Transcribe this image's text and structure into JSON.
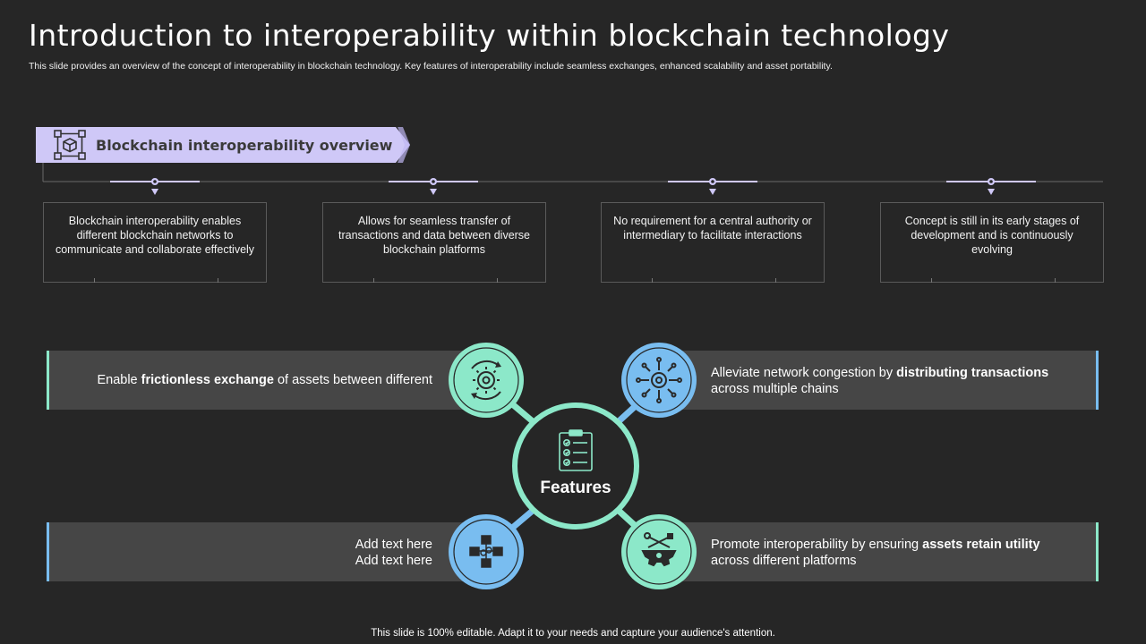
{
  "slide": {
    "title": "Introduction to interoperability within blockchain technology",
    "subtitle": "This slide provides an overview of the concept of interoperability in blockchain technology. Key features of interoperability include seamless exchanges, enhanced scalability and asset portability.",
    "footer": "This slide is 100% editable. Adapt it to your needs and capture your audience's attention."
  },
  "overview": {
    "label": "Blockchain interoperability overview",
    "icon": "blockchain-cube-icon",
    "cards": [
      "Blockchain interoperability enables different blockchain networks to communicate and collaborate effectively",
      "Allows for seamless transfer of transactions and data between diverse blockchain platforms",
      "No requirement for a central authority or intermediary to facilitate interactions",
      "Concept is still in its early stages of development and is continuously evolving"
    ]
  },
  "features": {
    "center_label": "Features",
    "center_icon": "checklist-icon",
    "items": [
      {
        "pre": "Enable ",
        "bold": "frictionless exchange",
        "post": " of assets between different",
        "icon": "gear-cycle-icon"
      },
      {
        "pre": "Alleviate  network congestion by ",
        "bold": "distributing transactions",
        "post": " across multiple chains",
        "icon": "network-gear-icon"
      },
      {
        "line1": "Add text here",
        "line2": "Add text here",
        "icon": "linked-blocks-icon"
      },
      {
        "pre": "Promote interoperability  by ensuring ",
        "bold": "assets retain utility",
        "post": " across different platforms",
        "icon": "tools-gear-icon"
      }
    ]
  },
  "colors": {
    "background": "#262626",
    "banner": "#cfc8f7",
    "mint": "#8ce8c9",
    "blue": "#79bdf0",
    "bar": "#464646"
  }
}
